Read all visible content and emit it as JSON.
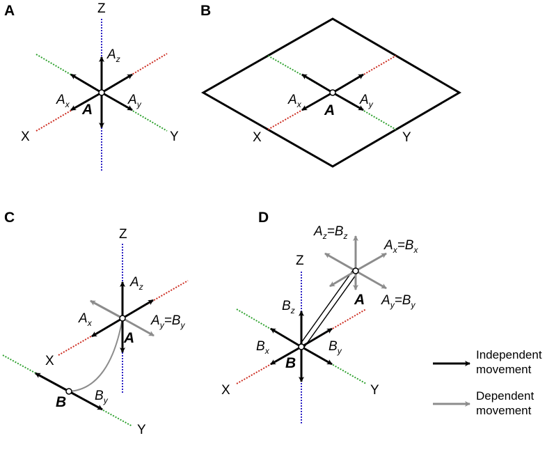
{
  "panels": [
    {
      "id": "A",
      "label": "A"
    },
    {
      "id": "B",
      "label": "B"
    },
    {
      "id": "C",
      "label": "C"
    },
    {
      "id": "D",
      "label": "D"
    }
  ],
  "axis_labels": {
    "x": "X",
    "y": "Y",
    "z": "Z"
  },
  "components": {
    "ax": {
      "base": "A",
      "sub": "x"
    },
    "ay": {
      "base": "A",
      "sub": "y"
    },
    "az": {
      "base": "A",
      "sub": "z"
    },
    "bx": {
      "base": "B",
      "sub": "x"
    },
    "by": {
      "base": "B",
      "sub": "y"
    },
    "bz": {
      "base": "B",
      "sub": "z"
    },
    "ay_eq_by": {
      "l": "A",
      "ls": "y",
      "r": "B",
      "rs": "y"
    },
    "az_eq_bz": {
      "l": "A",
      "ls": "z",
      "r": "B",
      "rs": "z"
    },
    "ax_eq_bx": {
      "l": "A",
      "ls": "x",
      "r": "B",
      "rs": "x"
    }
  },
  "points": {
    "a": "A",
    "b": "B"
  },
  "legend": {
    "independent": [
      "Independent",
      "movement"
    ],
    "dependent": [
      "Dependent",
      "movement"
    ]
  },
  "colors": {
    "independent": "#000000",
    "dependent": "#8c8c8c",
    "x_axis": "#cc2a1e",
    "y_axis": "#2ea12e",
    "z_axis": "#2a1fc4"
  }
}
